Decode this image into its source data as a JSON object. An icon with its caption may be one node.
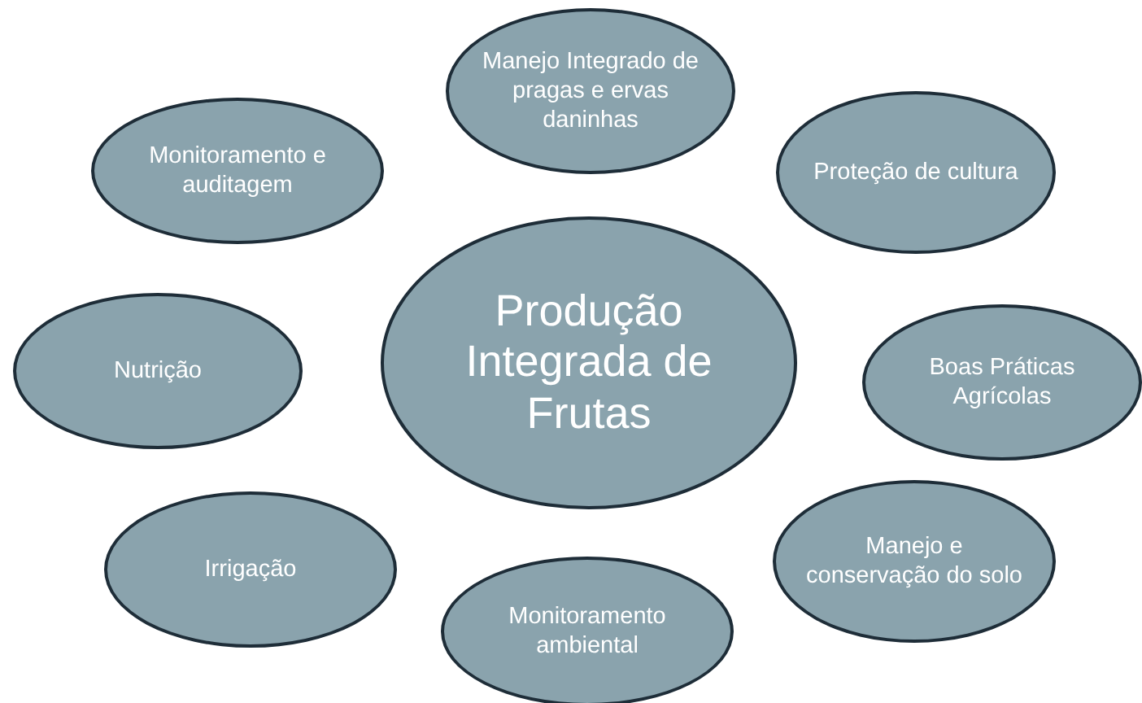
{
  "diagram": {
    "nodes": [
      {
        "text": [
          "Manejo Integrado de pragas e ervas daninhas"
        ]
      },
      {
        "text": [
          "Monitoramento e auditagem"
        ]
      },
      {
        "text": [
          "Proteção de cultura"
        ]
      },
      {
        "text": [
          "Produção Integrada de Frutas"
        ]
      },
      {
        "text": [
          "Nutrição"
        ]
      },
      {
        "text": [
          "Boas Práticas Agrícolas"
        ]
      },
      {
        "text": [
          "Manejo e conservação do solo"
        ]
      },
      {
        "text": [
          "Irrigação"
        ]
      },
      {
        "text": [
          "Monitoramento ambiental"
        ]
      }
    ]
  }
}
